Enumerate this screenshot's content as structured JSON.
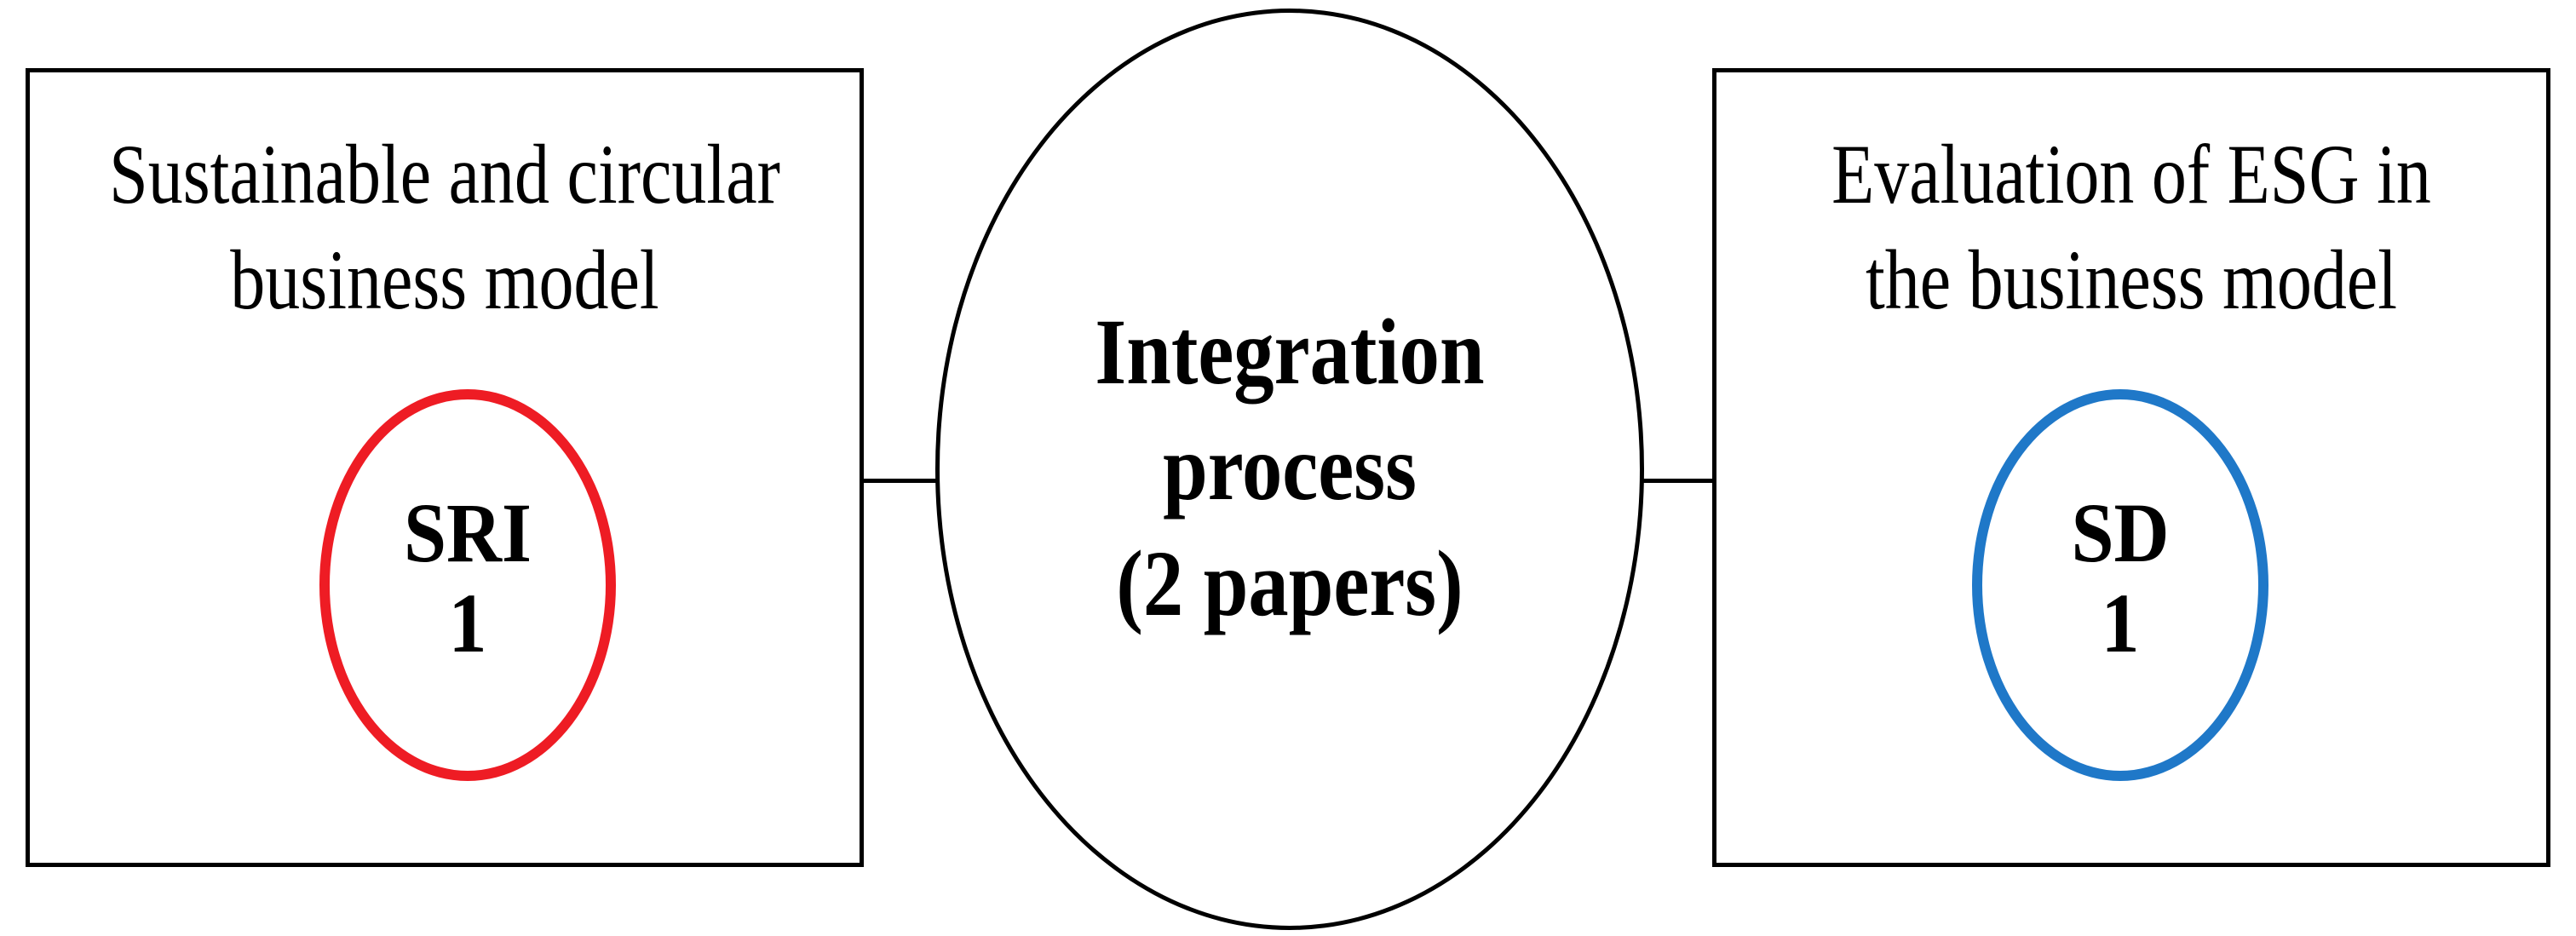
{
  "diagram": {
    "left_box": {
      "title": "Sustainable and circular\nbusiness model",
      "ellipse": {
        "code": "SRI",
        "count": "1",
        "color": "#ee1c24"
      }
    },
    "center": {
      "label": "Integration\nprocess\n(2 papers)"
    },
    "right_box": {
      "title": "Evaluation of ESG in\nthe business model",
      "ellipse": {
        "code": "SD",
        "count": "1",
        "color": "#1f78c8"
      }
    }
  }
}
